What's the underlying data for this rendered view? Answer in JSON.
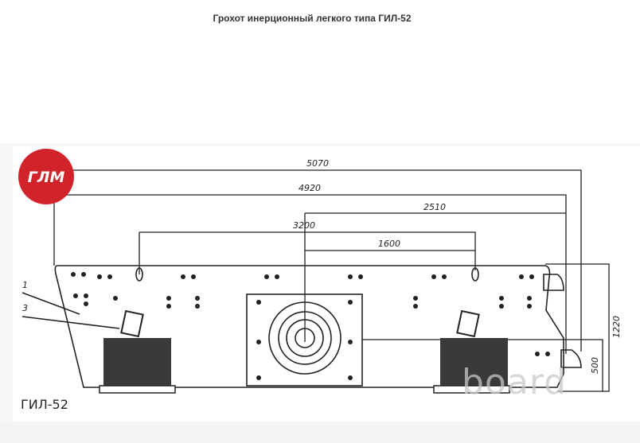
{
  "page": {
    "title": "Грохот инерционный легкого типа ГИЛ-52"
  },
  "drawing": {
    "logo_text": "ГЛМ",
    "model_label": "ГИЛ-52",
    "callouts": [
      "1",
      "3"
    ],
    "dimensions": {
      "d5070": "5070",
      "d4920": "4920",
      "d2510": "2510",
      "d3200": "3200",
      "d1600": "1600",
      "d1220": "1220",
      "d500": "500"
    },
    "watermark": "board",
    "colors": {
      "logo": "#d0232a",
      "lines": "#222222"
    }
  }
}
